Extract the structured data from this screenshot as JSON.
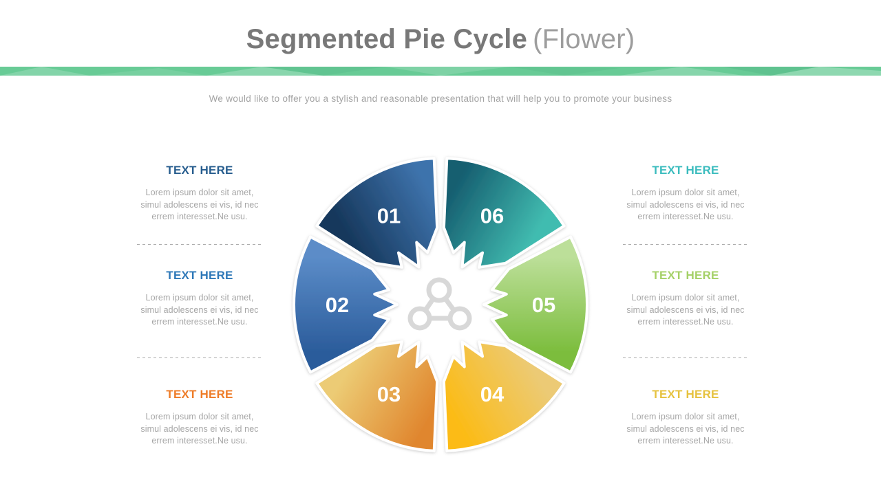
{
  "slide": {
    "title_main": "Segmented Pie Cycle",
    "title_sub": "(Flower)",
    "subtitle": "We would like to offer you a stylish and reasonable presentation that will help you to promote your business",
    "accent_bar_color": "#68cb96"
  },
  "diagram": {
    "type": "segmented-pie-cycle",
    "center_icon": "molecule-icon",
    "center_icon_color": "#d8d8d8",
    "segments": [
      {
        "label": "01",
        "theta_center": 120,
        "grad_from_angle": 147.5,
        "grad_to_angle": 92.5,
        "color_dark": "#16375b",
        "color_light": "#3e73ac"
      },
      {
        "label": "02",
        "theta_center": 180,
        "grad_from_angle": 207.5,
        "grad_to_angle": 152.5,
        "color_dark": "#2b5c9b",
        "color_light": "#5b8cc8"
      },
      {
        "label": "03",
        "theta_center": 240,
        "grad_from_angle": 267.5,
        "grad_to_angle": 212.5,
        "color_dark": "#e0862e",
        "color_light": "#eccb74"
      },
      {
        "label": "04",
        "theta_center": 300,
        "grad_from_angle": 272.5,
        "grad_to_angle": 327.5,
        "color_dark": "#fcbb13",
        "color_light": "#ecca74"
      },
      {
        "label": "05",
        "theta_center": 0,
        "grad_from_angle": -27.5,
        "grad_to_angle": 27.5,
        "color_dark": "#7cbd3d",
        "color_light": "#bcdf99"
      },
      {
        "label": "06",
        "theta_center": 60,
        "grad_from_angle": 87.5,
        "grad_to_angle": 32.5,
        "color_dark": "#165e70",
        "color_light": "#41bcb0"
      }
    ]
  },
  "text_blocks": {
    "left": [
      {
        "heading": "TEXT HERE",
        "heading_color": "#275d8e",
        "body": "Lorem ipsum dolor sit amet,\nsimul adolescens ei vis, id nec\nerrem interesset.Ne usu."
      },
      {
        "heading": "TEXT HERE",
        "heading_color": "#2e78b8",
        "body": "Lorem ipsum dolor sit amet,\nsimul adolescens ei vis, id nec\nerrem interesset.Ne usu."
      },
      {
        "heading": "TEXT HERE",
        "heading_color": "#ee7c28",
        "body": "Lorem ipsum dolor sit amet,\nsimul adolescens ei vis, id nec\nerrem interesset.Ne usu."
      }
    ],
    "right": [
      {
        "heading": "TEXT HERE",
        "heading_color": "#3bbcbe",
        "body": "Lorem ipsum dolor sit amet,\nsimul adolescens ei vis, id nec\nerrem interesset.Ne usu."
      },
      {
        "heading": "TEXT HERE",
        "heading_color": "#a5d168",
        "body": "Lorem ipsum dolor sit amet,\nsimul adolescens ei vis, id nec\nerrem interesset.Ne usu."
      },
      {
        "heading": "TEXT HERE",
        "heading_color": "#e6c23f",
        "body": "Lorem ipsum dolor sit amet,\nsimul adolescens ei vis, id nec\nerrem interesset.Ne usu."
      }
    ]
  }
}
